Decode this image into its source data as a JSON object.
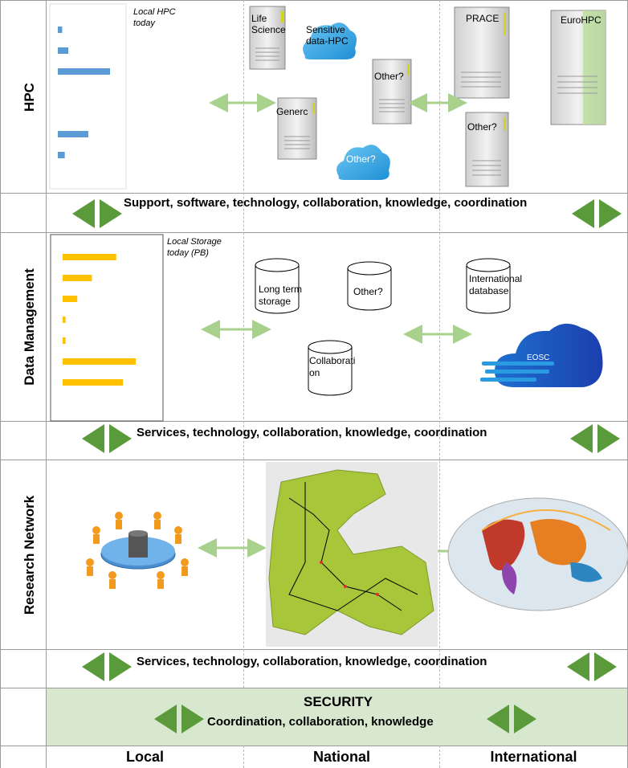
{
  "rows": {
    "hpc": "HPC",
    "data_management": "Data Management",
    "research_network": "Research Network"
  },
  "columns": {
    "local": "Local",
    "national": "National",
    "international": "International"
  },
  "bands": {
    "hpc_support": "Support, software, technology, collaboration, knowledge, coordination",
    "dm_services": "Services, technology, collaboration, knowledge, coordination",
    "rn_services": "Services, technology, collaboration, knowledge, coordination",
    "security_title": "SECURITY",
    "security_sub": "Coordination, collaboration, knowledge"
  },
  "hpc": {
    "local_caption_1": "Local HPC",
    "local_caption_2": "today",
    "life_science_1": "Life",
    "life_science_2": "Science",
    "sensitive_1": "Sensitive",
    "sensitive_2": "data-HPC",
    "generic": "Generc",
    "other_server": "Other?",
    "other_cloud": "Other?",
    "prace": "PRACE",
    "eurohpc": "EuroHPC",
    "other_intl": "Other?"
  },
  "dm": {
    "local_caption_1": "Local Storage",
    "local_caption_2": "today (PB)",
    "long_term_1": "Long term",
    "long_term_2": "storage",
    "other": "Other?",
    "collab_1": "Collaborati",
    "collab_2": "on",
    "intl_db_1": "International",
    "intl_db_2": "database",
    "eosc": "EOSC"
  },
  "colors": {
    "green_arrow": "#5a9a3a",
    "green_light_arrow": "#a9d18e",
    "security_bg": "#d8e8cf",
    "hpc_bar": "#5b9bd5",
    "storage_bar": "#ffc000",
    "map_green": "#a8c63a",
    "cloud_blue": "#3fa9e6"
  },
  "chart_hpc": {
    "type": "bar",
    "values": [
      5,
      12,
      60,
      0,
      0,
      35,
      8,
      0
    ]
  },
  "chart_storage": {
    "type": "bar",
    "values": [
      55,
      30,
      15,
      3,
      3,
      75,
      62,
      0
    ]
  }
}
